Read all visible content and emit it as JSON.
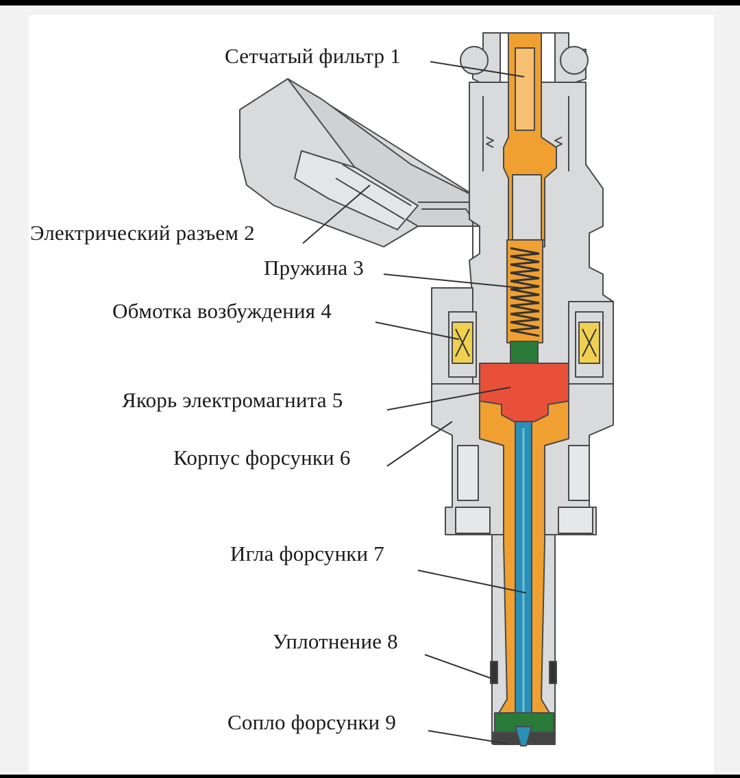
{
  "labels": {
    "l1": "Сетчатый фильтр 1",
    "l2": "Электрический разъем 2",
    "l3": "Пружина 3",
    "l4": "Обмотка возбуждения 4",
    "l5": "Якорь электромагнита 5",
    "l6": "Корпус форсунки 6",
    "l7": "Игла форсунки 7",
    "l8": "Уплотнение 8",
    "l9": "Сопло форсунки 9"
  },
  "colors": {
    "body": "#d8dadb",
    "outline": "#4a4a4a",
    "fuel": "#f0a030",
    "armature": "#e8503a",
    "needle": "#2a8fb5",
    "seal": "#2a7a3a",
    "coil": "#f0d050"
  }
}
